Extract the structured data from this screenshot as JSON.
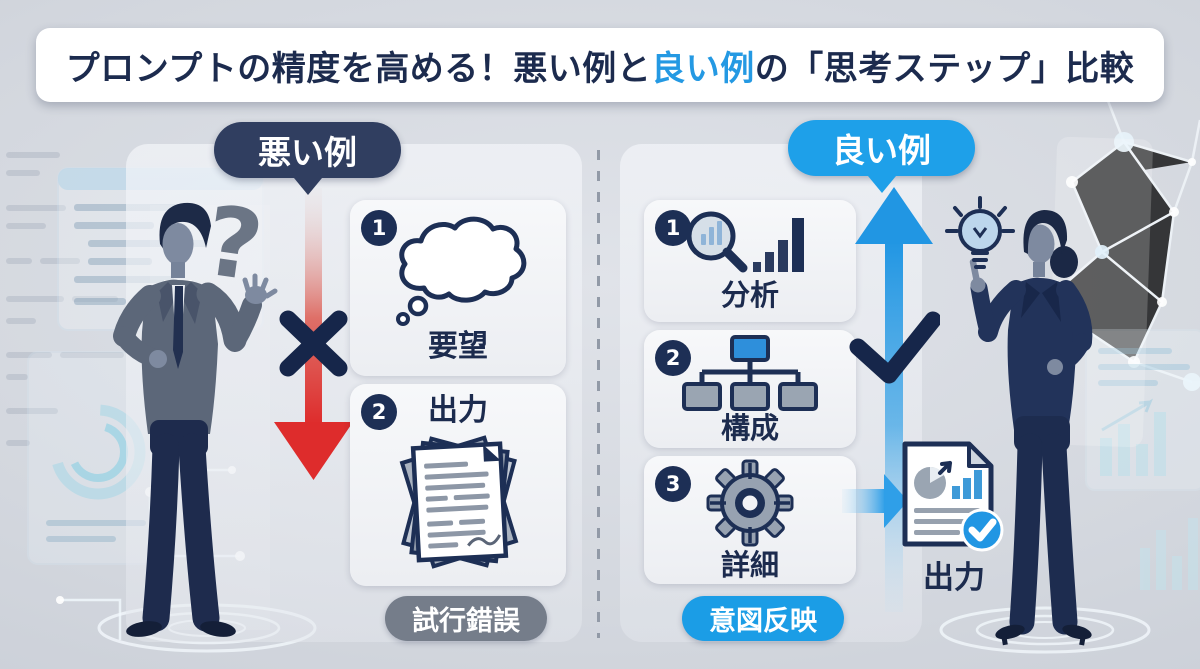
{
  "title": {
    "prefix": "プロンプトの精度を高める！悪い例と",
    "highlight": "良い例",
    "suffix": "の「思考ステップ」比較"
  },
  "left": {
    "badge": "悪い例",
    "question_mark": "?",
    "arrow_icon": "red-down-arrow-icon",
    "marker_icon": "x-mark-icon",
    "figure": "businessman-with-question",
    "steps": [
      {
        "num": "1",
        "label": "要望",
        "icon": "thought-cloud-icon"
      },
      {
        "num": "2",
        "label": "出力",
        "icon": "messy-documents-icon"
      }
    ],
    "result": "試行錯誤"
  },
  "right": {
    "badge": "良い例",
    "idea_icon": "lightbulb-icon",
    "arrow_icon": "blue-up-arrow-icon",
    "marker_icon": "check-mark-icon",
    "connector_icon": "blue-right-arrow-icon",
    "figure": "businesswoman-pointing",
    "steps": [
      {
        "num": "1",
        "label": "分析",
        "icon": "magnifier-bar-chart-icon"
      },
      {
        "num": "2",
        "label": "構成",
        "icon": "hierarchy-icon"
      },
      {
        "num": "3",
        "label": "詳細",
        "icon": "gear-icon"
      }
    ],
    "output": {
      "label": "出力",
      "icon": "report-check-icon"
    },
    "result": "意図反映"
  },
  "colors": {
    "navy": "#1c2b4e",
    "accent_blue": "#1ea0e9",
    "red": "#e12f2f",
    "gray_pill": "#757d8a"
  }
}
